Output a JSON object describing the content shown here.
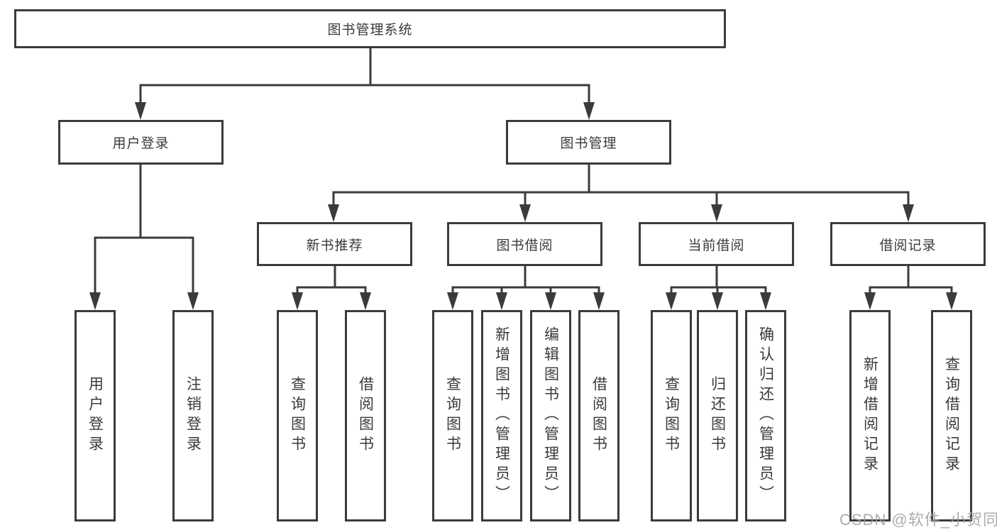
{
  "colors": {
    "line": "#3b3b3b",
    "text": "#3a3a3a",
    "watermark": "#9e9e9e"
  },
  "diagram": {
    "root": {
      "label": "图书管理系统"
    },
    "branches": [
      {
        "label": "用户登录",
        "children": [
          "用户登录",
          "注销登录"
        ]
      },
      {
        "label": "图书管理",
        "groups": [
          {
            "label": "新书推荐",
            "children": [
              "查询图书",
              "借阅图书"
            ]
          },
          {
            "label": "图书借阅",
            "children": [
              "查询图书",
              "新增图书（管理员）",
              "编辑图书（管理员）",
              "借阅图书"
            ]
          },
          {
            "label": "当前借阅",
            "children": [
              "查询图书",
              "归还图书",
              "确认归还（管理员）"
            ]
          },
          {
            "label": "借阅记录",
            "children": [
              "新增借阅记录",
              "查询借阅记录"
            ]
          }
        ]
      }
    ]
  },
  "watermark": {
    "text": "CSDN @软件_小贺同学"
  }
}
